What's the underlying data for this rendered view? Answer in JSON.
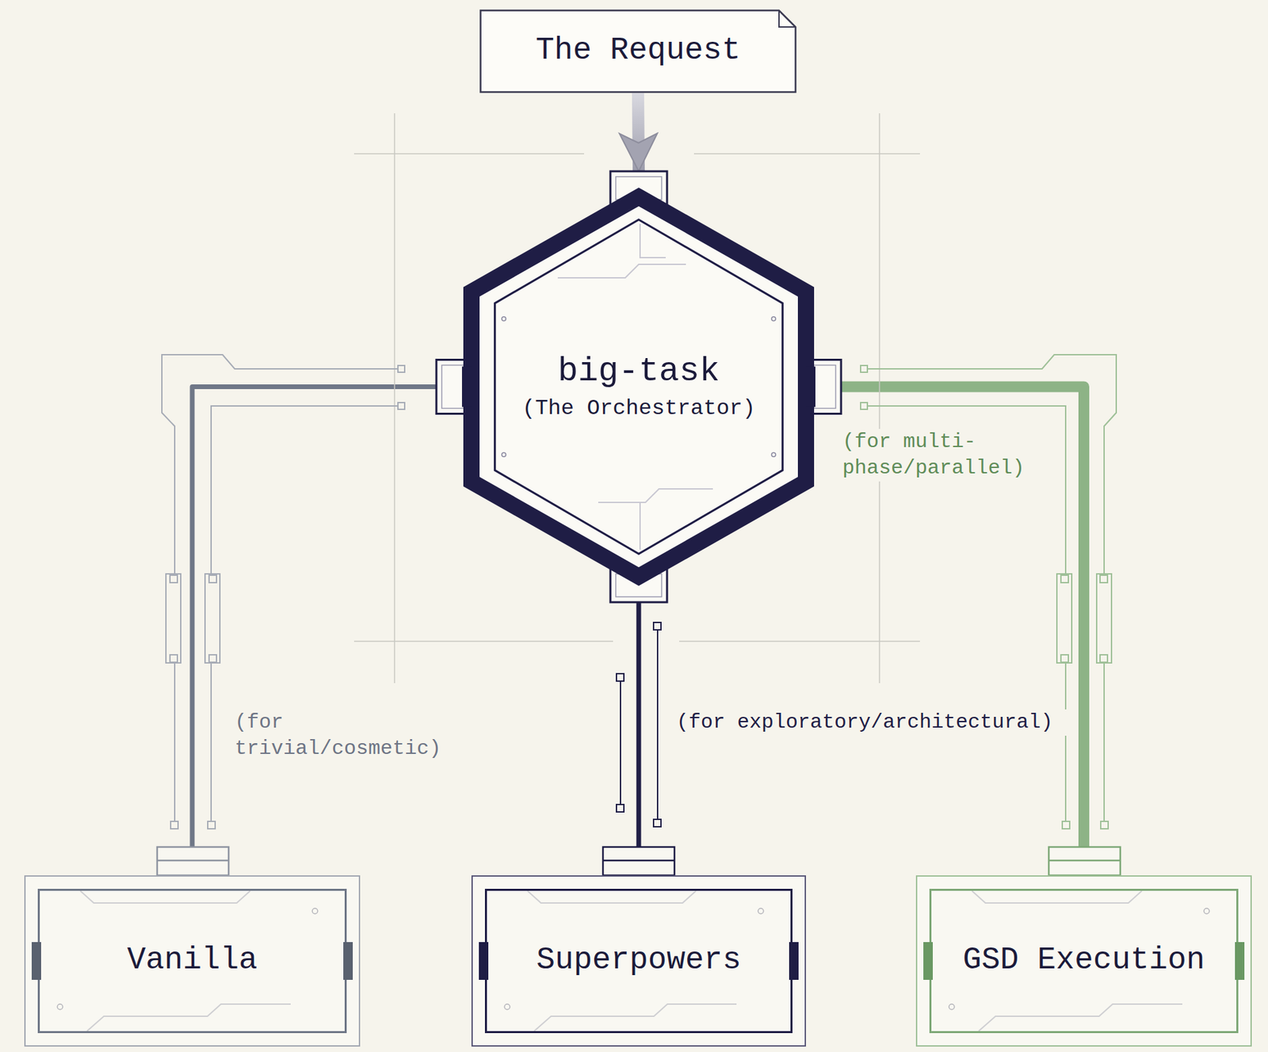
{
  "diagram": {
    "nodes": [
      {
        "text": [
          "The Request"
        ]
      },
      {
        "text": [
          "big-task",
          "(The Orchestrator)"
        ]
      },
      {
        "text": [
          "Vanilla"
        ]
      },
      {
        "text": [
          "Superpowers"
        ]
      },
      {
        "text": [
          "GSD Execution"
        ]
      }
    ],
    "edges": [
      {
        "from": 0,
        "to": 1,
        "arrow": "to"
      },
      {
        "from": 1,
        "to": 2,
        "label": "(for trivial/cosmetic)",
        "arrow": "none"
      },
      {
        "from": 1,
        "to": 3,
        "label": "(for exploratory/architectural)",
        "arrow": "none"
      },
      {
        "from": 1,
        "to": 4,
        "label": "(for multi- phase/parallel)",
        "arrow": "none"
      }
    ]
  }
}
